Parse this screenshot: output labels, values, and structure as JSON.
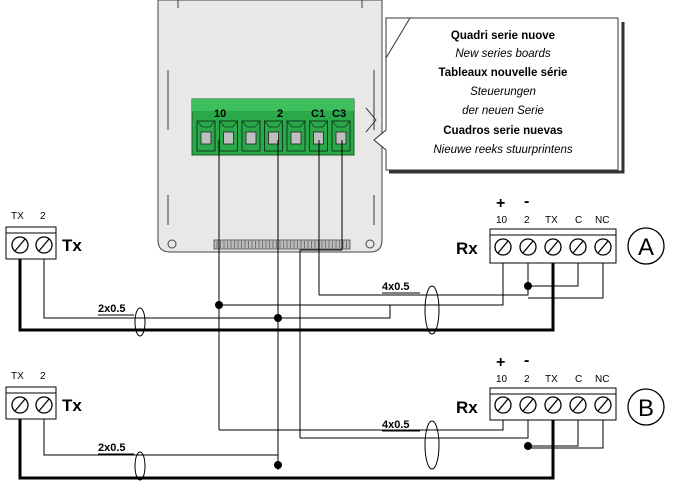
{
  "board": {
    "terminal_labels": [
      "10",
      "2",
      "C1",
      "C3"
    ]
  },
  "note": {
    "lines": [
      {
        "text": "Quadri serie nuove",
        "style": "bold"
      },
      {
        "text": "New series boards",
        "style": "italic"
      },
      {
        "text": "Tableaux nouvelle série",
        "style": "bold"
      },
      {
        "text": "Steuerungen",
        "style": "italic"
      },
      {
        "text": "der neuen Serie",
        "style": "italic"
      },
      {
        "text": "Cuadros serie nuevas",
        "style": "bold"
      },
      {
        "text": "Nieuwe reeks stuurprintens",
        "style": "italic"
      }
    ]
  },
  "transmitters": [
    {
      "name": "Tx",
      "terminals": [
        "TX",
        "2"
      ]
    },
    {
      "name": "Tx",
      "terminals": [
        "TX",
        "2"
      ]
    }
  ],
  "receivers": [
    {
      "name": "Rx",
      "id": "A",
      "polarity": [
        "+",
        "-"
      ],
      "terminals": [
        "10",
        "2",
        "TX",
        "C",
        "NC"
      ]
    },
    {
      "name": "Rx",
      "id": "B",
      "polarity": [
        "+",
        "-"
      ],
      "terminals": [
        "10",
        "2",
        "TX",
        "C",
        "NC"
      ]
    }
  ],
  "cables": {
    "tx_cable": "2x0.5",
    "rx_cable": "4x0.5"
  },
  "colors": {
    "terminal_block": "#2aa84a",
    "board": "#e8e8e8",
    "wire": "#000000"
  }
}
